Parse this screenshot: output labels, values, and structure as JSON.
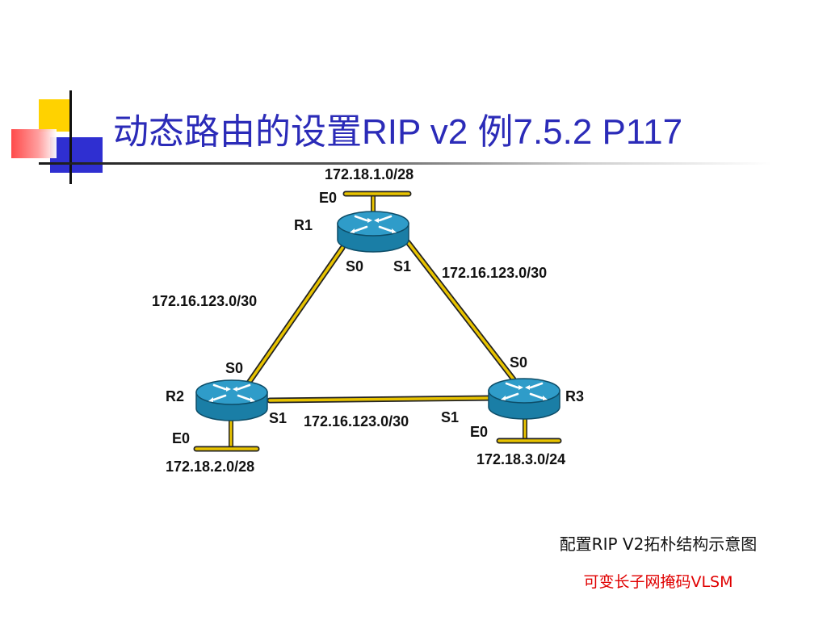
{
  "slide": {
    "title": "动态路由的设置RIP v2 例7.5.2 P117",
    "caption_main": "配置RIP V2拓朴结构示意图",
    "caption_sub": "可变长子网掩码VLSM"
  },
  "colors": {
    "title": "#2b2bb8",
    "link": "#e8c300",
    "router_body": "#1a7ea6",
    "router_top": "#2f9cc9",
    "caption_sub": "#e00000"
  },
  "routers": {
    "r1": {
      "name": "R1",
      "s0": "S0",
      "s1": "S1",
      "e0": "E0",
      "lan": "172.18.1.0/28"
    },
    "r2": {
      "name": "R2",
      "s0": "S0",
      "s1": "S1",
      "e0": "E0",
      "lan": "172.18.2.0/28"
    },
    "r3": {
      "name": "R3",
      "s0": "S0",
      "s1": "S1",
      "e0": "E0",
      "lan": "172.18.3.0/24"
    }
  },
  "links": {
    "r1_r2": "172.16.123.0/30",
    "r1_r3": "172.16.123.0/30",
    "r2_r3": "172.16.123.0/30"
  }
}
